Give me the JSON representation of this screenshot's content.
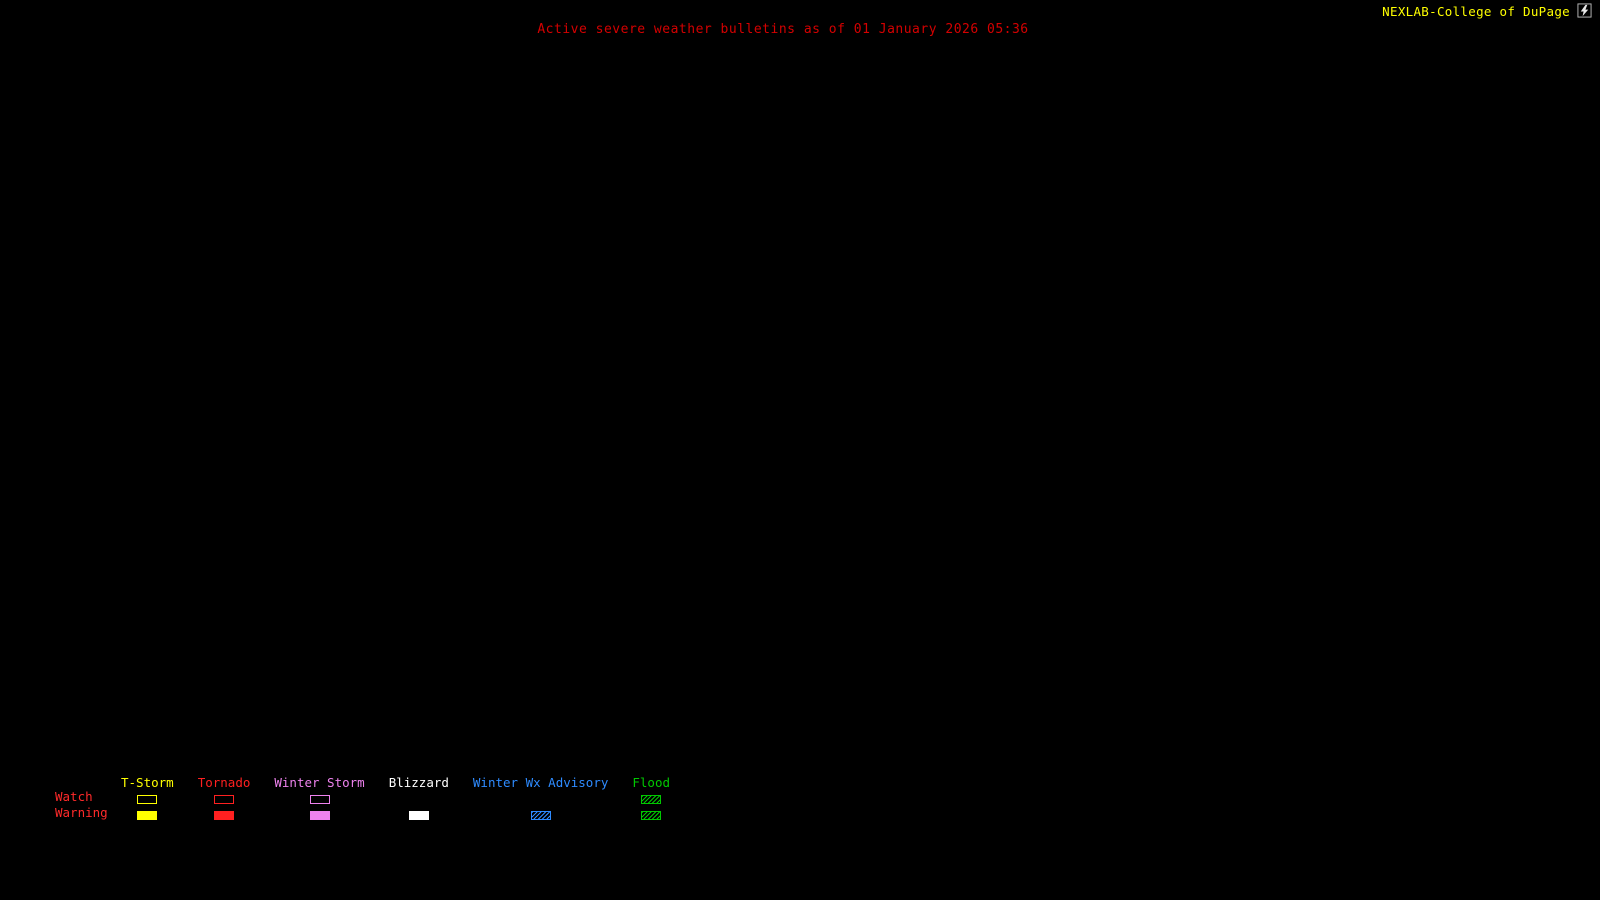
{
  "header": {
    "title": "Active severe weather bulletins as of 01 January 2026 05:36",
    "brand": "NEXLAB-College of DuPage"
  },
  "colors": {
    "background": "#000000",
    "title": "#d40000",
    "brand": "#ffff00",
    "row_label": "#ff2a2a"
  },
  "icons": {
    "logo": "cod-weather-logo-icon"
  },
  "legend": {
    "watch_label": "Watch",
    "warning_label": "Warning",
    "columns": [
      {
        "label": "T-Storm",
        "color": "#ffff00",
        "watch": "outline",
        "warning": "fill"
      },
      {
        "label": "Tornado",
        "color": "#ff2020",
        "watch": "outline",
        "warning": "fill"
      },
      {
        "label": "Winter Storm",
        "color": "#ee82ee",
        "watch": "outline",
        "warning": "fill"
      },
      {
        "label": "Blizzard",
        "color": "#ffffff",
        "watch": "none",
        "warning": "fill"
      },
      {
        "label": "Winter Wx Advisory",
        "color": "#2e8bff",
        "watch": "none",
        "warning": "hatch"
      },
      {
        "label": "Flood",
        "color": "#00c800",
        "watch": "hatch",
        "warning": "hatch"
      }
    ]
  }
}
